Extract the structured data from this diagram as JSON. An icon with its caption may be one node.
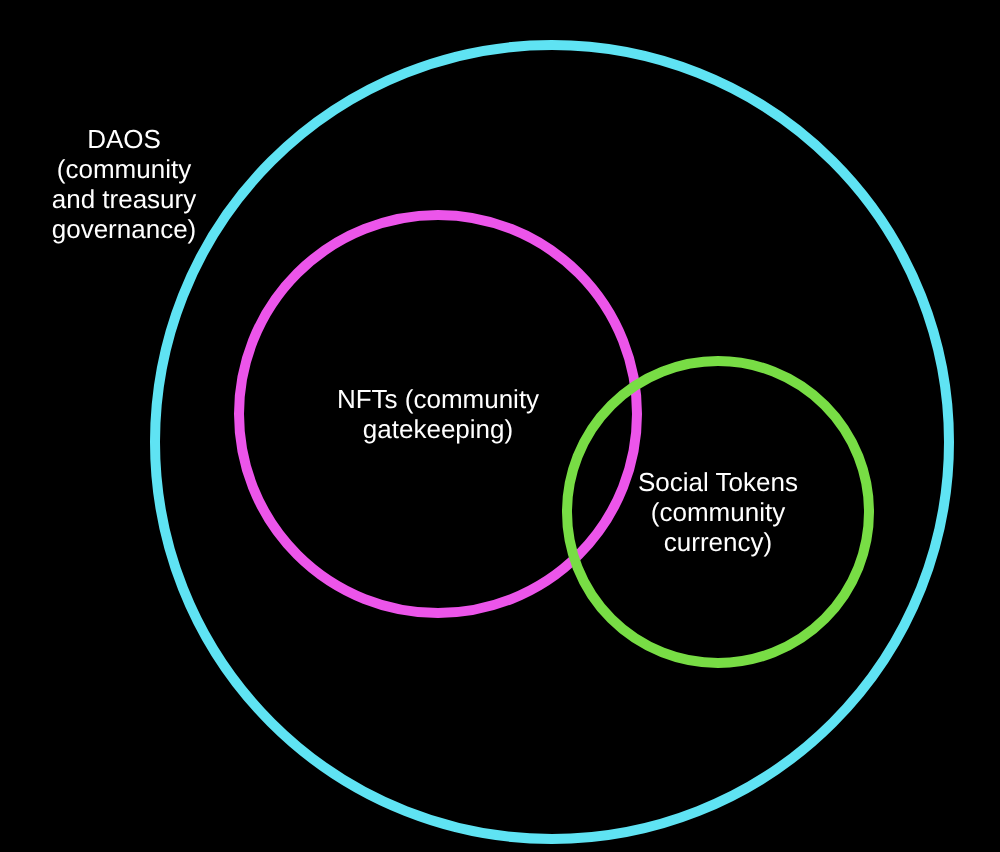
{
  "diagram": {
    "nodes": [
      {
        "text": [
          "DAOS (community and treasury governance)"
        ]
      },
      {
        "text": [
          "NFTs (community gatekeeping)"
        ],
        "in": 0
      },
      {
        "text": [
          "Social Tokens (community currency)"
        ],
        "in": 0
      }
    ]
  }
}
